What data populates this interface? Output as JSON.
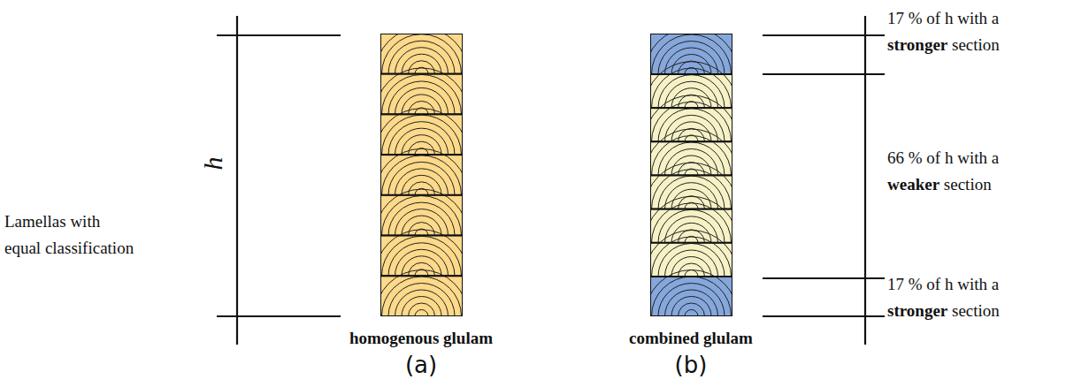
{
  "diagram": {
    "labels": [
      "h",
      "Lamellas with equal classification",
      "homogenous glulam",
      "(a)",
      "combined glulam",
      "(b)",
      "17 % of h with a stronger section",
      "66 % of h with a weaker section",
      "17 % of h with a stronger section"
    ]
  }
}
